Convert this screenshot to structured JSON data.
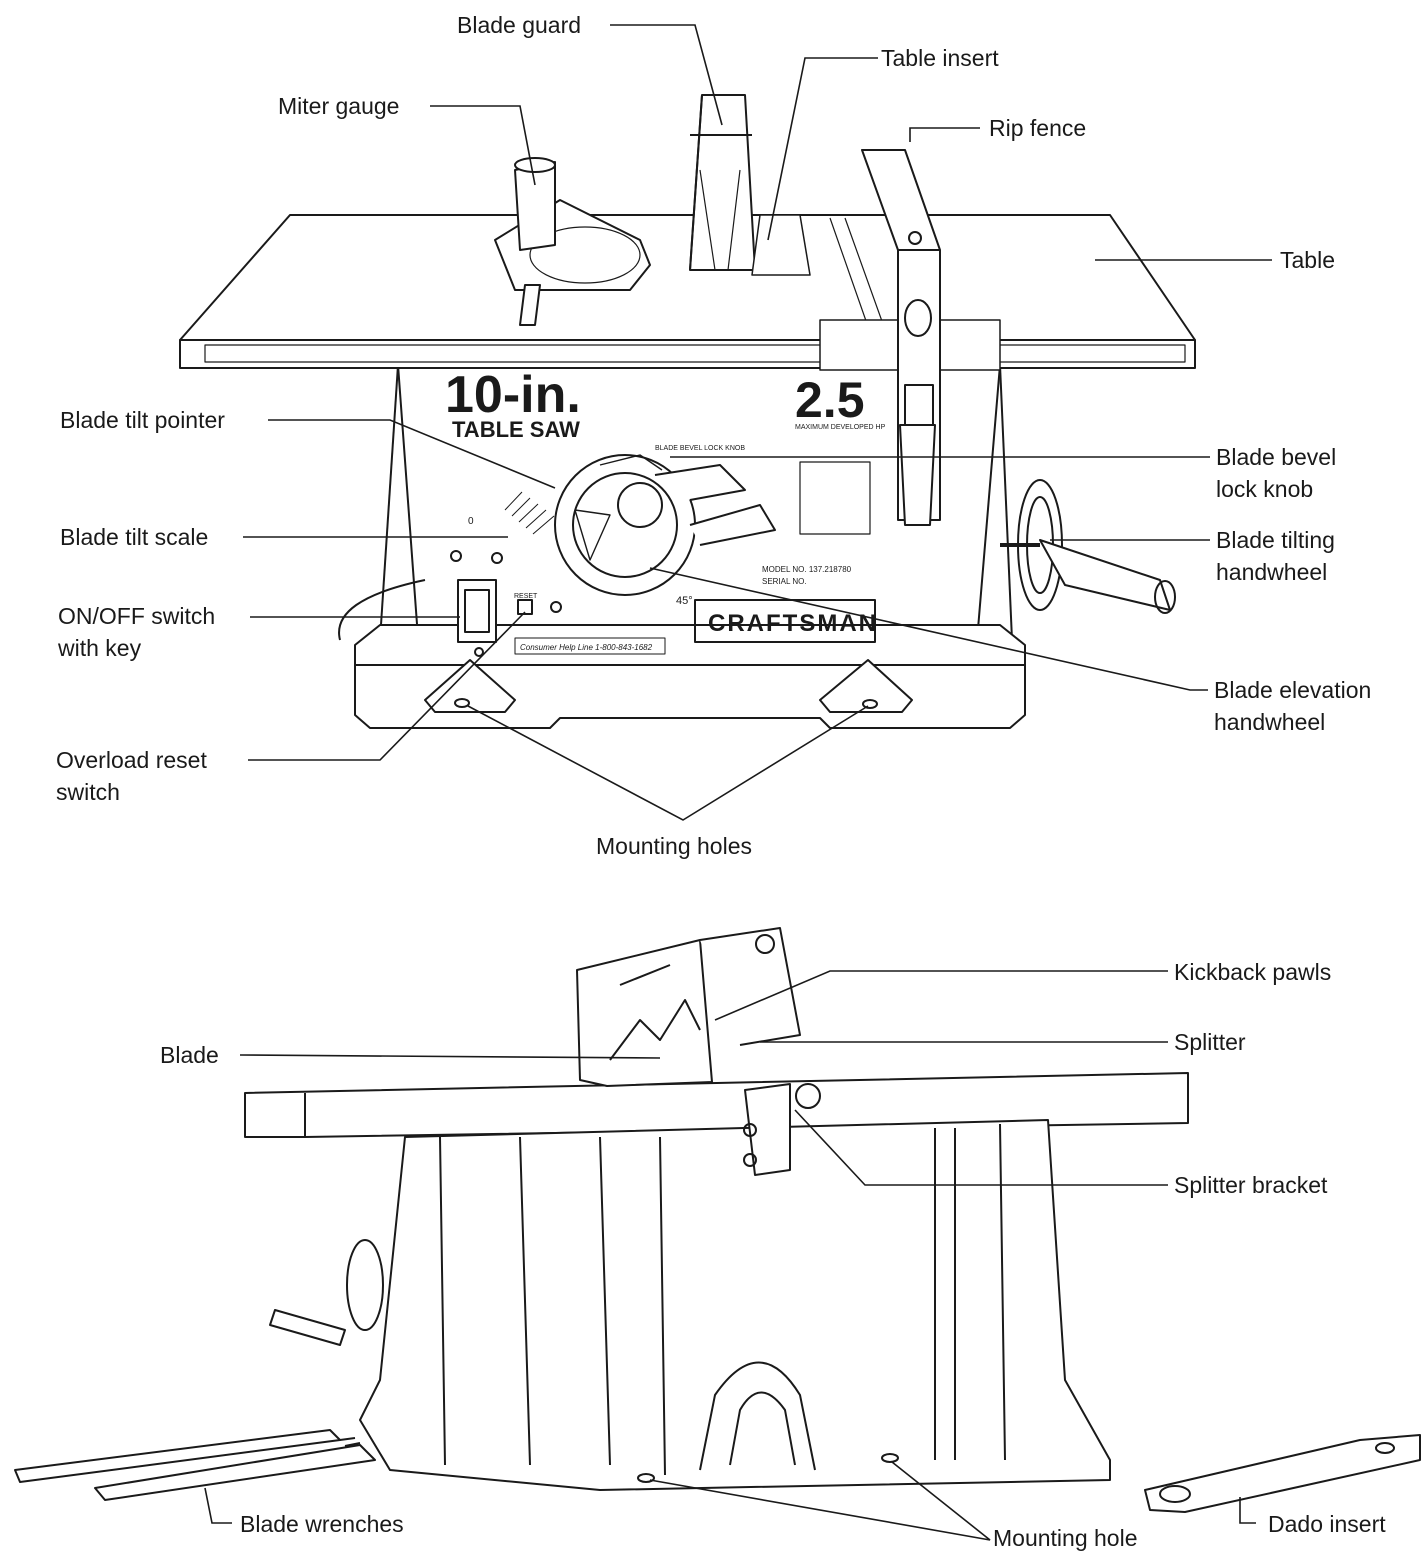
{
  "labels": {
    "blade_guard": "Blade guard",
    "table_insert": "Table insert",
    "miter_gauge": "Miter gauge",
    "rip_fence": "Rip fence",
    "table": "Table",
    "blade_tilt_pointer": "Blade tilt pointer",
    "blade_bevel_lock_knob": [
      "Blade bevel",
      "lock knob"
    ],
    "blade_tilt_scale": "Blade tilt scale",
    "blade_tilting_handwheel": [
      "Blade tilting",
      "handwheel"
    ],
    "on_off_switch": [
      "ON/OFF switch",
      "with key"
    ],
    "blade_elevation_handwheel": [
      "Blade elevation",
      "handwheel"
    ],
    "overload_reset_switch": [
      "Overload reset",
      "switch"
    ],
    "mounting_holes": "Mounting holes",
    "kickback_pawls": "Kickback pawls",
    "splitter": "Splitter",
    "blade": "Blade",
    "splitter_bracket": "Splitter bracket",
    "blade_wrenches": "Blade wrenches",
    "mounting_hole": "Mounting hole",
    "dado_insert": "Dado insert"
  },
  "saw_markings": {
    "size": "10-in.",
    "type": "TABLE SAW",
    "hp": "2.5",
    "hp_caption": "MAXIMUM DEVELOPED HP",
    "brand": "CRAFTSMAN",
    "reset": "RESET",
    "helpline": "Consumer Help Line 1-800-843-1682",
    "model": "MODEL NO. 137.218780",
    "serial": "SERIAL NO.",
    "scale_0": "0",
    "scale_45": "45°",
    "knob": "BLADE BEVEL LOCK KNOB"
  },
  "colors": {
    "ink": "#1a1a1a",
    "paper": "#ffffff",
    "shade": "#e9e9e9"
  }
}
